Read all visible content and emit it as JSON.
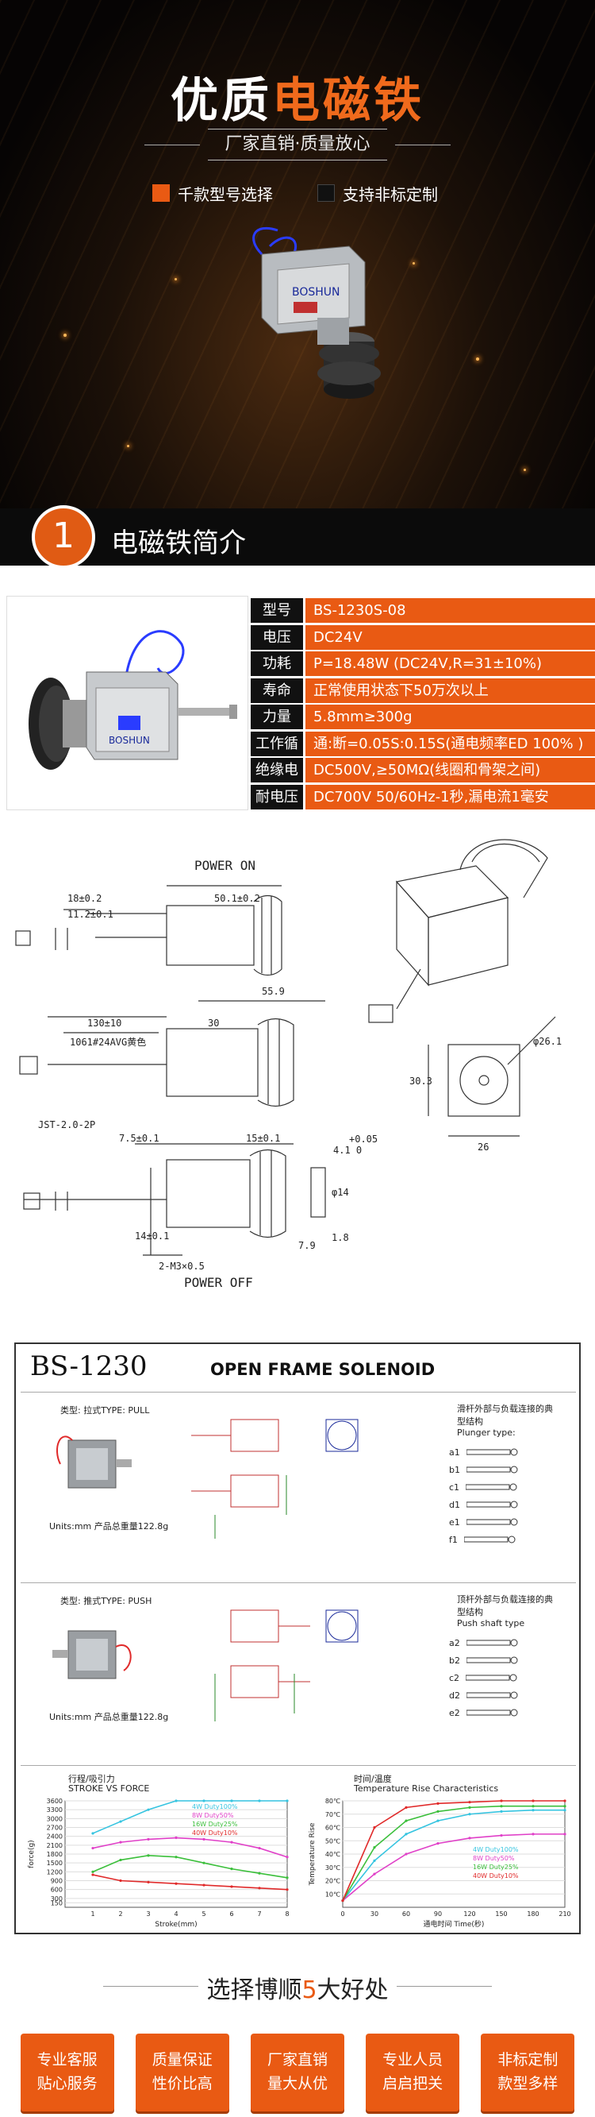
{
  "hero": {
    "title_white": "优质",
    "title_accent": "电磁铁",
    "subtitle": "厂家直销·质量放心",
    "feature_1": "千款型号选择",
    "feature_2": "支持非标定制",
    "feature_1_color": "#e95a13",
    "feature_2_color": "#111111",
    "brand_label": "BOSHUN"
  },
  "intro": {
    "number": "1",
    "label": "电磁铁简介"
  },
  "spec": {
    "rows": [
      {
        "key": "型号",
        "value": "BS-1230S-08"
      },
      {
        "key": "电压",
        "value": "DC24V"
      },
      {
        "key": "功耗",
        "value": "P=18.48W (DC24V,R=31±10%)"
      },
      {
        "key": "寿命",
        "value": "正常使用状态下50万次以上"
      },
      {
        "key": "力量",
        "value": "5.8mm≥300g"
      },
      {
        "key": "工作循环",
        "value": "通:断=0.05S:0.15S(通电频率ED 100% )"
      },
      {
        "key": "绝缘电阻",
        "value": "DC500V,≥50MΩ(线圈和骨架之间)"
      },
      {
        "key": "耐电压",
        "value": "DC700V 50/60Hz-1秒,漏电流1毫安"
      }
    ],
    "photo_brand": "BOSHUN"
  },
  "drawing": {
    "power_on": "POWER ON",
    "power_off": "POWER OFF",
    "d18": "18±0.2",
    "d11": "11.2±0.1",
    "d50": "50.1±0.2",
    "d130": "130±10",
    "d30": "30",
    "d55": "55.9",
    "wire": "1061#24AVG黄色",
    "jst": "JST-2.0-2P",
    "d75": "7.5±0.1",
    "d15": "15±0.1",
    "d005": "+0.05",
    "d41": "4.1  0",
    "d14dia": "φ14",
    "d18b": "1.8",
    "d79": "7.9",
    "d14": "14±0.1",
    "m3": "2-M3×0.5",
    "d26dia": "φ26.1",
    "d303": "30.3",
    "d26": "26"
  },
  "sheet": {
    "model": "BS-1230",
    "title": "OPEN FRAME SOLENOID",
    "pull_type": "类型: 拉式TYPE: PULL",
    "push_type": "类型: 推式TYPE: PUSH",
    "units": "Units:mm  产品总重量122.8g",
    "plunger_cn": "滑杆外部与负载连接的典型结构",
    "plunger_en": "Plunger type:",
    "shaft_cn": "顶杆外部与负载连接的典型结构",
    "shaft_en": "Push shaft type",
    "pull_labels": [
      "a1",
      "b1",
      "c1",
      "d1",
      "e1",
      "f1"
    ],
    "push_labels": [
      "a2",
      "b2",
      "c2",
      "d2",
      "e2"
    ],
    "force_cn": "行程/吸引力",
    "force_en": "STROKE VS FORCE",
    "force_xlabel": "Stroke(mm)",
    "force_ylabel": "force(g)",
    "temp_cn": "时间/温度",
    "temp_en": "Temperature Rise Characteristics",
    "temp_xlabel": "通电时间  Time(秒)",
    "temp_ylabel": "Temperature Rise"
  },
  "chart_data": [
    {
      "type": "line",
      "title": "STROKE VS FORCE",
      "xlabel": "Stroke(mm)",
      "ylabel": "force(g)",
      "x": [
        1,
        2,
        3,
        4,
        5,
        6,
        7,
        8
      ],
      "xlim": [
        0,
        8
      ],
      "ylim": [
        0,
        3600
      ],
      "yticks": [
        150,
        300,
        600,
        900,
        1200,
        1500,
        1800,
        2100,
        2400,
        2700,
        3000,
        3300,
        3600
      ],
      "series": [
        {
          "name": "4W  Duty100%",
          "color": "#35c4e0",
          "values": [
            2500,
            2900,
            3300,
            3600,
            3600,
            3600,
            3600,
            3600
          ]
        },
        {
          "name": "8W  Duty50%",
          "color": "#e040c8",
          "values": [
            2000,
            2200,
            2300,
            2350,
            2300,
            2200,
            2000,
            1700
          ]
        },
        {
          "name": "16W  Duty25%",
          "color": "#3bbf3b",
          "values": [
            1200,
            1600,
            1750,
            1700,
            1500,
            1300,
            1150,
            1000
          ]
        },
        {
          "name": "40W  Duty10%",
          "color": "#e02a2a",
          "values": [
            1100,
            900,
            850,
            800,
            750,
            700,
            650,
            600
          ]
        }
      ]
    },
    {
      "type": "line",
      "title": "Temperature Rise Characteristics",
      "xlabel": "通电时间  Time(秒)",
      "ylabel": "Temperature Rise",
      "x": [
        0,
        30,
        60,
        90,
        120,
        150,
        180,
        210
      ],
      "xlim": [
        0,
        210
      ],
      "ylim": [
        0,
        80
      ],
      "yticks": [
        10,
        20,
        30,
        40,
        50,
        60,
        70,
        80
      ],
      "y_unit": "℃",
      "series": [
        {
          "name": "4W  Duty100%",
          "color": "#35c4e0",
          "values": [
            5,
            35,
            55,
            65,
            70,
            72,
            73,
            73
          ]
        },
        {
          "name": "8W  Duty50%",
          "color": "#e040c8",
          "values": [
            5,
            25,
            40,
            48,
            52,
            54,
            55,
            55
          ]
        },
        {
          "name": "16W  Duty25%",
          "color": "#3bbf3b",
          "values": [
            5,
            45,
            65,
            72,
            75,
            76,
            76,
            76
          ]
        },
        {
          "name": "40W  Duty10%",
          "color": "#e02a2a",
          "values": [
            5,
            60,
            75,
            78,
            79,
            80,
            80,
            80
          ]
        }
      ]
    }
  ],
  "footer": {
    "title_a": "选择博顺",
    "title_num": "5",
    "title_b": "大好处",
    "badges": [
      {
        "line1": "专业客服",
        "line2": "贴心服务"
      },
      {
        "line1": "质量保证",
        "line2": "性价比高"
      },
      {
        "line1": "厂家直销",
        "line2": "量大从优"
      },
      {
        "line1": "专业人员",
        "line2": "启启把关"
      },
      {
        "line1": "非标定制",
        "line2": "款型多样"
      }
    ]
  }
}
